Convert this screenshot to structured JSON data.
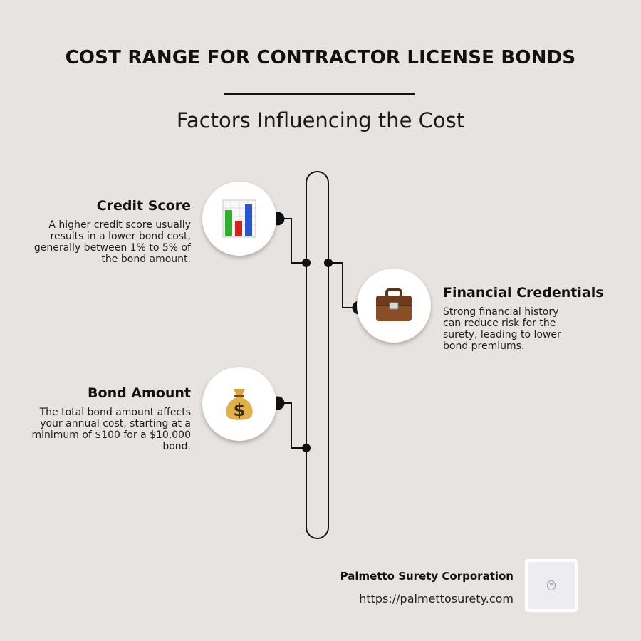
{
  "header": {
    "title": "COST RANGE FOR CONTRACTOR LICENSE BONDS",
    "subtitle": "Factors Influencing the Cost"
  },
  "factors": [
    {
      "title": "Credit Score",
      "description": "A higher credit score usually results in a lower bond cost, generally between 1% to 5% of the bond amount.",
      "icon": "bar-chart-icon"
    },
    {
      "title": "Financial Credentials",
      "description": "Strong financial history can reduce risk for the surety, leading to lower bond premiums.",
      "icon": "briefcase-icon"
    },
    {
      "title": "Bond Amount",
      "description": "The total bond amount affects your annual cost, starting at a minimum of $100 for a $10,000 bond.",
      "icon": "money-bag-icon"
    }
  ],
  "footer": {
    "company": "Palmetto Surety Corporation",
    "url": "https://palmettosurety.com",
    "logo_icon": "company-logo"
  },
  "colors": {
    "background": "#e7e3e1",
    "line": "#111111",
    "circle": "#ffffff"
  }
}
